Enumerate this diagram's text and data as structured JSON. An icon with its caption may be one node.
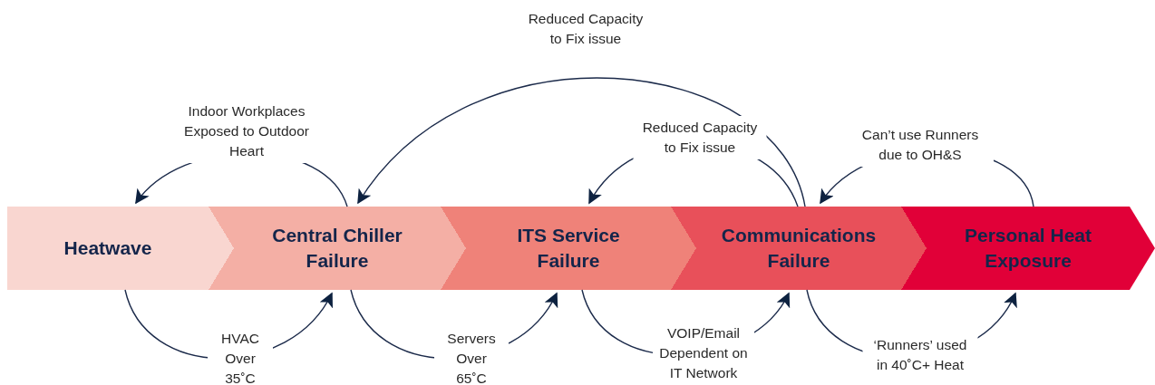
{
  "diagram": {
    "nodes": [
      {
        "text": [
          "Heatwave"
        ]
      },
      {
        "text": [
          "Central Chiller Failure"
        ]
      },
      {
        "text": [
          "ITS Service Failure"
        ]
      },
      {
        "text": [
          "Communications Failure"
        ]
      },
      {
        "text": [
          "Personal Heat Exposure"
        ]
      }
    ],
    "edges": [
      {
        "from": 3,
        "to": 1,
        "arrow": "to",
        "label": "Reduced Capacity to Fix issue"
      },
      {
        "from": 1,
        "to": 0,
        "arrow": "to",
        "label": "Indoor Workplaces Exposed to Outdoor Heart"
      },
      {
        "from": 3,
        "to": 2,
        "arrow": "to",
        "label": "Reduced Capacity to Fix issue"
      },
      {
        "from": 4,
        "to": 3,
        "arrow": "to",
        "label": "Can’t use Runners due to OH&S"
      },
      {
        "from": 0,
        "to": 1,
        "arrow": "to",
        "label": "HVAC Over 35˚C"
      },
      {
        "from": 1,
        "to": 2,
        "arrow": "to",
        "label": "Servers Over 65˚C"
      },
      {
        "from": 2,
        "to": 3,
        "arrow": "to",
        "label": "VOIP/Email Dependent on IT Network"
      },
      {
        "from": 3,
        "to": 4,
        "arrow": "to",
        "label": "‘Runners’ used in 40˚C+ Heat"
      }
    ]
  }
}
